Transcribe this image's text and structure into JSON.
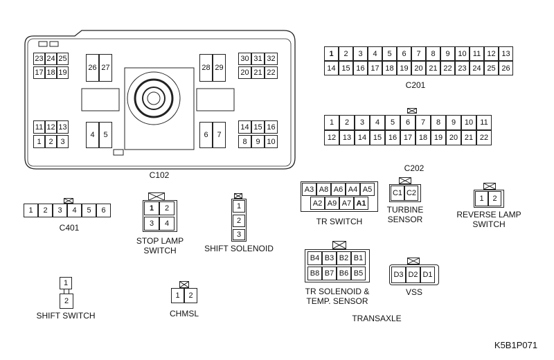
{
  "c102": {
    "label": "C102",
    "tl_top": [
      "23",
      "24",
      "25"
    ],
    "tl_bot": [
      "17",
      "18",
      "19"
    ],
    "p26": "26",
    "p27": "27",
    "p28": "28",
    "p29": "29",
    "tr_top": [
      "30",
      "31",
      "32"
    ],
    "tr_bot": [
      "20",
      "21",
      "22"
    ],
    "bl_top": [
      "11",
      "12",
      "13"
    ],
    "bl_bot": [
      "1",
      "2",
      "3"
    ],
    "p4": "4",
    "p5": "5",
    "p6": "6",
    "p7": "7",
    "br_top": [
      "14",
      "15",
      "16"
    ],
    "br_bot": [
      "8",
      "9",
      "10"
    ]
  },
  "c201": {
    "label": "C201",
    "row1": [
      "1",
      "2",
      "3",
      "4",
      "5",
      "6",
      "7",
      "8",
      "9",
      "10",
      "11",
      "12",
      "13"
    ],
    "row2": [
      "14",
      "15",
      "16",
      "17",
      "18",
      "19",
      "20",
      "21",
      "22",
      "23",
      "24",
      "25",
      "26"
    ]
  },
  "c202": {
    "label": "C202",
    "row1": [
      "1",
      "2",
      "3",
      "4",
      "5",
      "6",
      "7",
      "8",
      "9",
      "10",
      "11"
    ],
    "row2": [
      "12",
      "13",
      "14",
      "15",
      "16",
      "17",
      "18",
      "19",
      "20",
      "21",
      "22"
    ]
  },
  "c401": {
    "label": "C401",
    "pins": [
      "1",
      "2",
      "3",
      "4",
      "5",
      "6"
    ]
  },
  "stop_lamp": {
    "label": "STOP LAMP\nSWITCH",
    "pins": [
      "1",
      "2",
      "3",
      "4"
    ]
  },
  "shift_solenoid": {
    "label": "SHIFT SOLENOID",
    "pins": [
      "1",
      "2",
      "3"
    ]
  },
  "shift_switch": {
    "label": "SHIFT SWITCH",
    "pins": [
      "1",
      "2"
    ]
  },
  "chmsl": {
    "label": "CHMSL",
    "pins": [
      "1",
      "2"
    ]
  },
  "tr_switch": {
    "label": "TR SWITCH",
    "row1": [
      "A3",
      "A8",
      "A6",
      "A4",
      "A5"
    ],
    "row2": [
      "A2",
      "A9",
      "A7",
      "A1"
    ]
  },
  "turbine": {
    "label": "TURBINE\nSENSOR",
    "pins": [
      "C1",
      "C2"
    ]
  },
  "reverse_lamp": {
    "label": "REVERSE LAMP\nSWITCH",
    "pins": [
      "1",
      "2"
    ]
  },
  "tr_solenoid": {
    "label": "TR SOLENOID &\nTEMP. SENSOR",
    "row1": [
      "B4",
      "B3",
      "B2",
      "B1"
    ],
    "row2": [
      "B8",
      "B7",
      "B6",
      "B5"
    ]
  },
  "vss": {
    "label": "VSS",
    "pins": [
      "D3",
      "D2",
      "D1"
    ]
  },
  "transaxle_label": "TRANSAXLE",
  "figure_code": "K5B1P071"
}
